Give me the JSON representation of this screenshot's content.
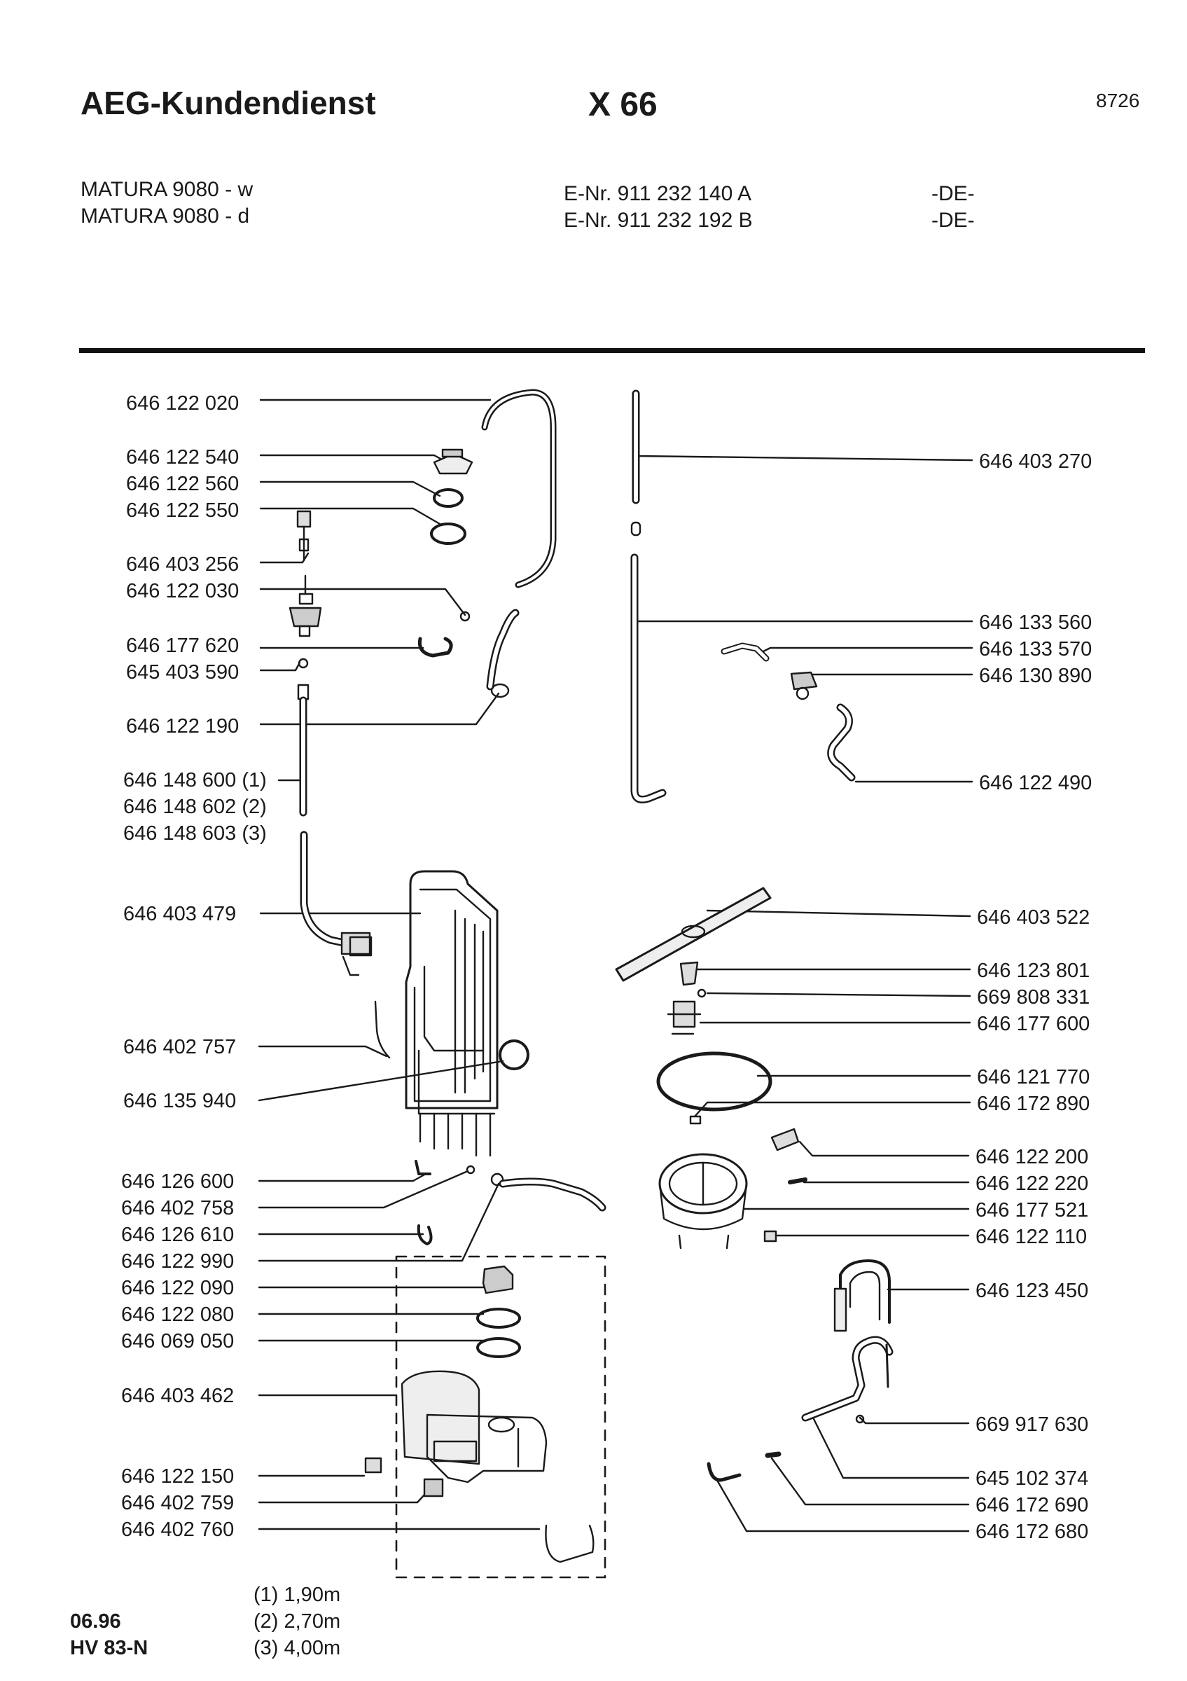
{
  "header": {
    "brand": "AEG-Kundendienst",
    "model": "X 66",
    "sheet": "8726"
  },
  "variants": [
    {
      "name": "MATURA 9080 - w",
      "enr": "E-Nr. 911 232 140 A",
      "region": "-DE-"
    },
    {
      "name": "MATURA 9080 - d",
      "enr": "E-Nr. 911 232 192 B",
      "region": "-DE-"
    }
  ],
  "left_parts": [
    "646 122 020",
    "646 122 540",
    "646 122 560",
    "646 122 550",
    "646 403 256",
    "646 122 030",
    "646 177 620",
    "645 403 590",
    "646 122 190",
    "646 148 600 (1)",
    "646 148 602 (2)",
    "646 148 603 (3)",
    "646 403 479",
    "646 402 757",
    "646 135 940",
    "646 126 600",
    "646 402 758",
    "646 126 610",
    "646 122 990",
    "646 122 090",
    "646 122 080",
    "646 069 050",
    "646 403 462",
    "646 122 150",
    "646 402 759",
    "646 402 760"
  ],
  "right_parts": [
    "646 403 270",
    "646 133 560",
    "646 133 570",
    "646 130 890",
    "646 122 490",
    "646 403 522",
    "646 123 801",
    "669 808 331",
    "646 177 600",
    "646 121 770",
    "646 172 890",
    "646 122 200",
    "646 122 220",
    "646 177 521",
    "646 122 110",
    "646 123 450",
    "669 917 630",
    "645 102 374",
    "646 172 690",
    "646 172 680"
  ],
  "lengths": [
    "(1) 1,90m",
    "(2) 2,70m",
    "(3) 4,00m"
  ],
  "footer": {
    "date": "06.96",
    "code": "HV 83-N"
  }
}
